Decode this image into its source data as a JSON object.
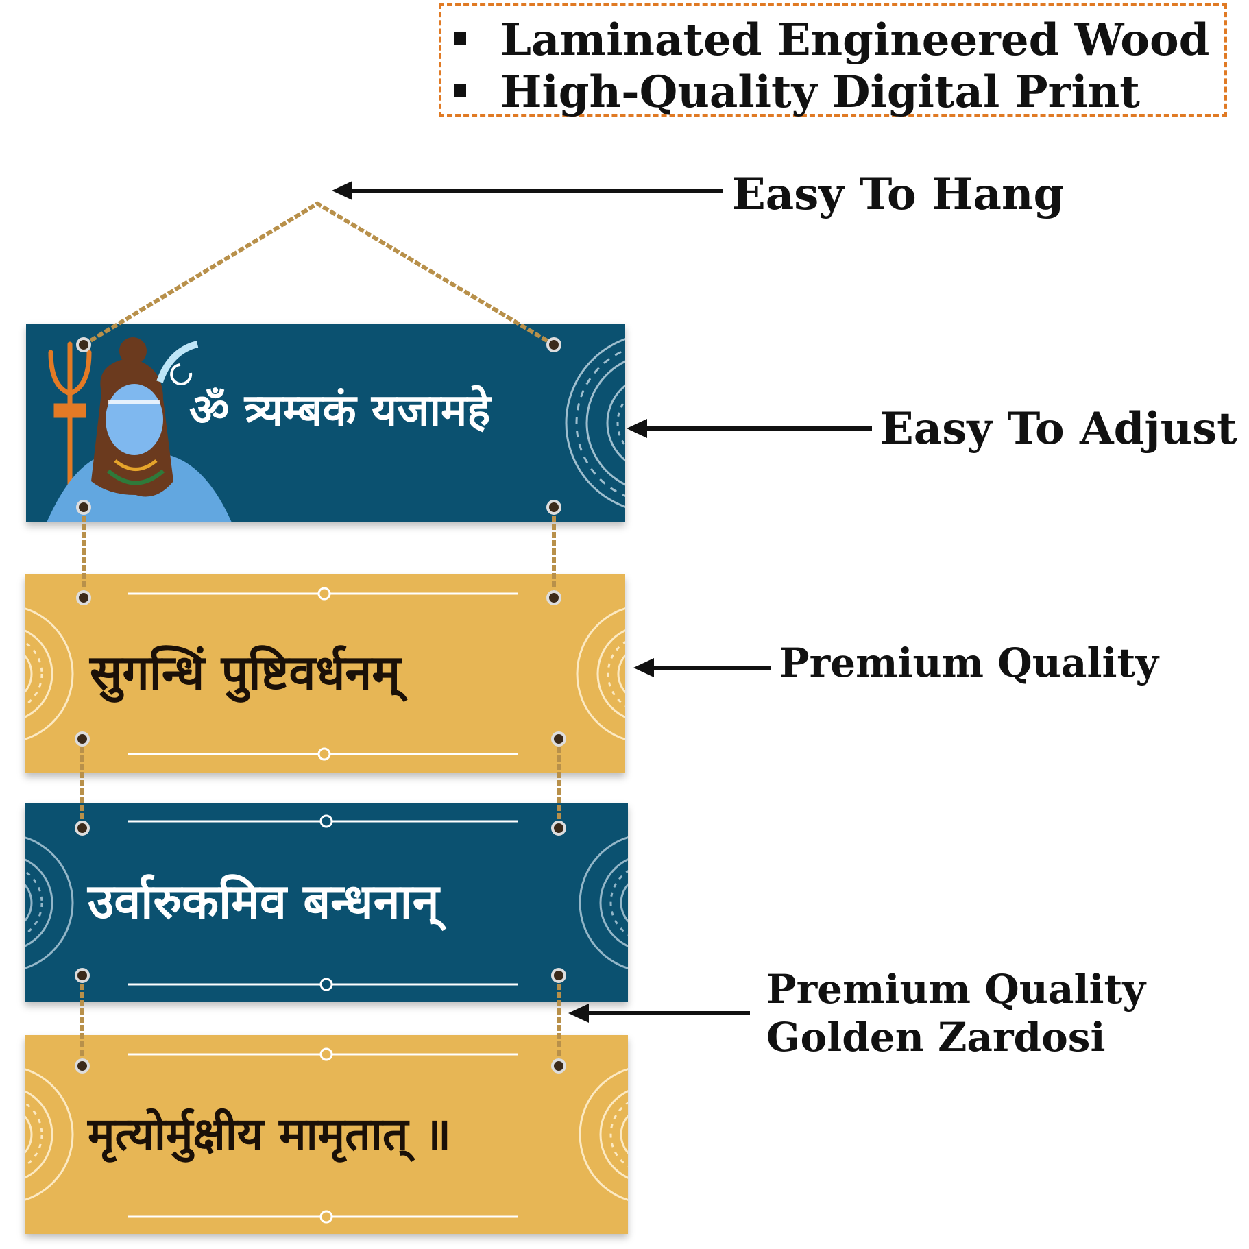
{
  "features": [
    "Laminated Engineered Wood",
    "High-Quality Digital Print"
  ],
  "callouts": {
    "hang": "Easy To Hang",
    "adjust": "Easy To Adjust",
    "quality": "Premium Quality",
    "zardosi_line1": "Premium Quality",
    "zardosi_line2": "Golden Zardosi"
  },
  "planks": [
    {
      "text": "ॐ त्र्यम्बकं यजामहे",
      "color": "#0b5170"
    },
    {
      "text": "सुगन्धिं पुष्टिवर्धनम्",
      "color": "#e7b655"
    },
    {
      "text": "उर्वारुकमिव बन्धनान्",
      "color": "#0b5170"
    },
    {
      "text": "मृत्योर्मुक्षीय मामृतात् ॥",
      "color": "#e7b655"
    }
  ],
  "colors": {
    "accent_border": "#e07a24",
    "plank_blue": "#0b5170",
    "plank_gold": "#e7b655",
    "rope": "#b8904a"
  },
  "icons": [
    "trishul-icon",
    "shiva-figure",
    "mandala-ornament",
    "hanging-rope",
    "arrow-left-icon"
  ]
}
